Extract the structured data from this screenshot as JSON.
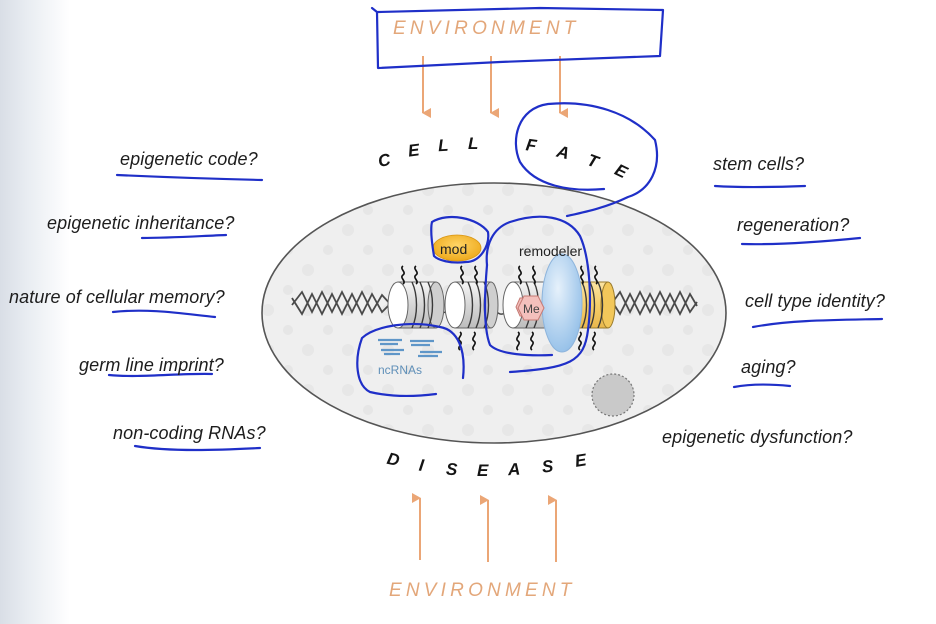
{
  "diagram": {
    "environment_top": "ENVIRONMENT",
    "environment_bottom": "ENVIRONMENT",
    "cell_fate": {
      "cell_letters": [
        "C",
        "E",
        "L",
        "L"
      ],
      "fate_letters": [
        "F",
        "A",
        "T",
        "E"
      ]
    },
    "disease_letters": [
      "D",
      "I",
      "S",
      "E",
      "A",
      "S",
      "E"
    ],
    "cell_labels": {
      "mod": "mod",
      "remodeler": "remodeler",
      "methyl": "Me",
      "ncrnas": "ncRNAs"
    },
    "left_questions": [
      "epigenetic code?",
      "epigenetic inheritance?",
      "nature of cellular memory?",
      "germ line imprint?",
      "non-coding RNAs?"
    ],
    "right_questions": [
      "stem cells?",
      "regeneration?",
      "cell type identity?",
      "aging?",
      "epigenetic dysfunction?"
    ],
    "colors": {
      "environment": "#e3a77a",
      "arrow": "#eba676",
      "annotation_ink": "#1f2fc8",
      "mod_protein": "#f2b52b",
      "remodeler": "#a9cdee",
      "methyl": "#f3c0bc",
      "active_nucleosome": "#f6d27a",
      "ncrna": "#5f96c8",
      "cell_fill": "#efefef"
    }
  }
}
